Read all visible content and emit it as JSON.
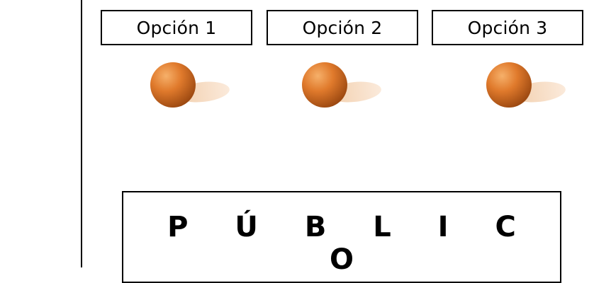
{
  "options": [
    {
      "label": "Opción 1"
    },
    {
      "label": "Opción 2"
    },
    {
      "label": "Opción 3"
    }
  ],
  "audience": {
    "label": "P Ú B L I C O"
  },
  "colors": {
    "token_base": "#c8661f",
    "token_highlight": "#f0a25a",
    "shadow": "#f6dcc4",
    "border": "#000000"
  }
}
